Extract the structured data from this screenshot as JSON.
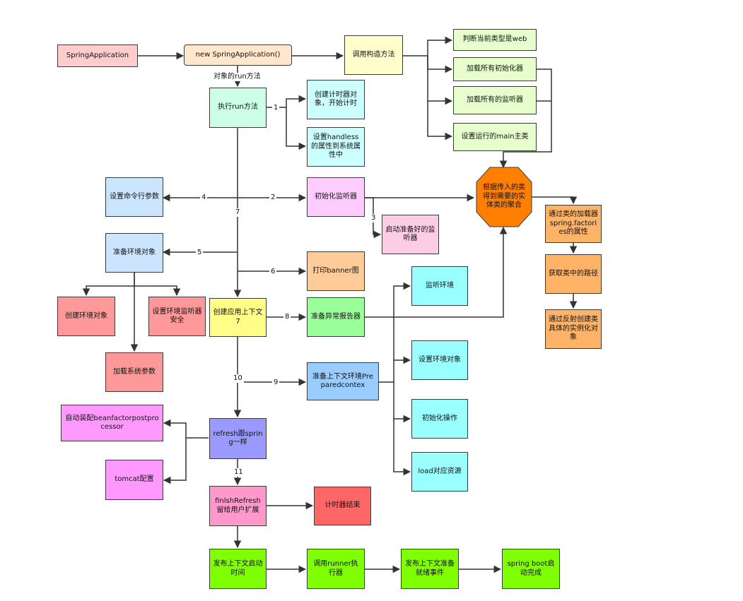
{
  "nodes": {
    "spring_app": {
      "text": "SpringApplication",
      "color": "#ffcccc"
    },
    "new_app": {
      "text": "new SpringApplication()",
      "color": "#ffe6cc"
    },
    "constructor": {
      "text": "调用构造方法",
      "color": "#ffffcc"
    },
    "judge_web": {
      "text": "判断当前类型是web",
      "color": "#e6ffcc"
    },
    "load_init": {
      "text": "加载所有初始化器",
      "color": "#e6ffcc"
    },
    "load_listener": {
      "text": "加载所有的监听器",
      "color": "#e6ffcc"
    },
    "set_main": {
      "text": "设置运行的main主类",
      "color": "#e6ffcc"
    },
    "run_method": {
      "text": "执行run方法",
      "color": "#ccffe6"
    },
    "create_timer": {
      "text": "创建计时器对象，开始计时",
      "color": "#ccffff"
    },
    "set_headless": {
      "text": "设置handless的属性到系统属性中",
      "color": "#ccffff"
    },
    "set_args": {
      "text": "设置命令行参数",
      "color": "#cce5ff"
    },
    "init_listener": {
      "text": "初始化监听器",
      "color": "#ffccff"
    },
    "start_listener": {
      "text": "启动准备好的监听器",
      "color": "#ffcce6"
    },
    "octagon": {
      "text": "根据传入的类得到需要的实体类的聚合",
      "color": "#ff8000"
    },
    "via_class": {
      "text": "通过类的加载器spring.factories的属性",
      "color": "#ffb366"
    },
    "get_path": {
      "text": "获取类中的路径",
      "color": "#ffb366"
    },
    "reflect": {
      "text": "通过反射创建类具体的实例化对象",
      "color": "#ffb366"
    },
    "prep_env": {
      "text": "准备环境对象",
      "color": "#cce5ff"
    },
    "print_banner": {
      "text": "打印banner图",
      "color": "#ffcc99"
    },
    "create_env": {
      "text": "创建环境对象",
      "color": "#ff9999"
    },
    "env_listener": {
      "text": "设置环境监听器安全",
      "color": "#ff9999"
    },
    "load_sys": {
      "text": "加载系统参数",
      "color": "#ff9999"
    },
    "create_ctx": {
      "text": "创建应用上下文 7",
      "color": "#ffff88"
    },
    "prep_exception": {
      "text": "准备异常报告器",
      "color": "#99ff99"
    },
    "listen_env": {
      "text": "监听环境",
      "color": "#99ffff"
    },
    "set_env_obj": {
      "text": "设置环境对象",
      "color": "#99ffff"
    },
    "init_op": {
      "text": "初始化操作",
      "color": "#99ffff"
    },
    "load_res": {
      "text": "load对应资源",
      "color": "#99ffff"
    },
    "prep_ctx_env": {
      "text": "准备上下文环境Preparedcontex",
      "color": "#99ccff"
    },
    "auto_config": {
      "text": "自动装配beanfactorpostprocessor",
      "color": "#ff99ff"
    },
    "tomcat": {
      "text": "tomcat配置",
      "color": "#ff99ff"
    },
    "refresh": {
      "text": "refresh跟spring一样",
      "color": "#9999ff"
    },
    "finish_refresh": {
      "text": "finlshRefresh留给用户扩展",
      "color": "#ff99cc"
    },
    "timer_end": {
      "text": "计时器结束",
      "color": "#ff6666"
    },
    "publish_start": {
      "text": "发布上下文启动时间",
      "color": "#80ff00"
    },
    "call_runner": {
      "text": "调用runner执行器",
      "color": "#80ff00"
    },
    "publish_ready": {
      "text": "发布上下文准备就绪事件",
      "color": "#80ff00"
    },
    "boot_done": {
      "text": "spring boot启动完成",
      "color": "#80ff00"
    }
  },
  "edge_labels": {
    "run_call": "对象的run方法",
    "n1": "1",
    "n2": "2",
    "n3": "3",
    "n4": "4",
    "n5": "5",
    "n6": "6",
    "n7": "7",
    "n8": "8",
    "n9": "9",
    "n10": "10",
    "n11": "11"
  },
  "colors": {
    "line": "#333333"
  }
}
